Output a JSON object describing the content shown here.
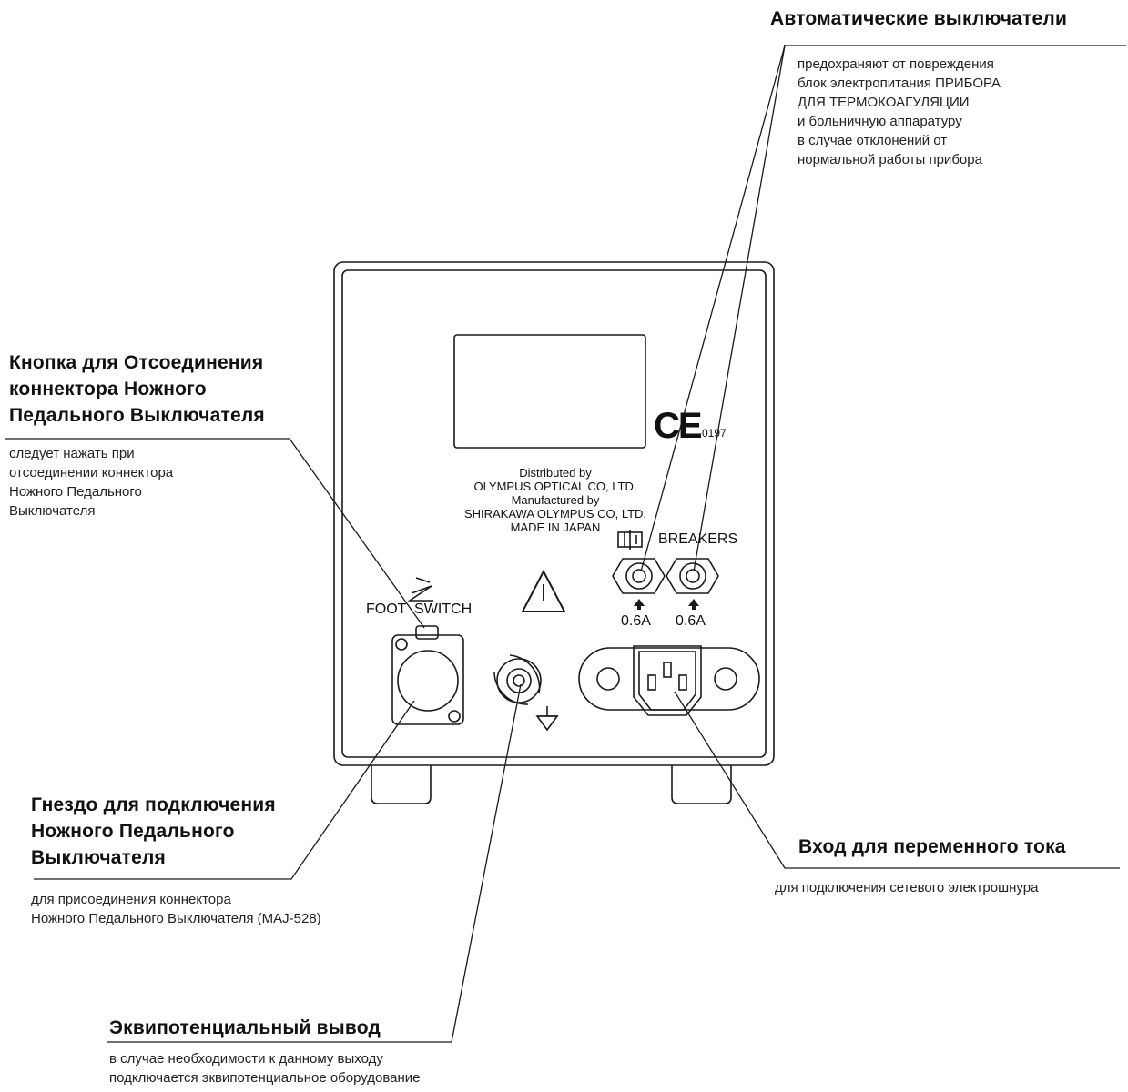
{
  "callouts": {
    "breakers": {
      "title": "Автоматические выключатели",
      "body": [
        "предохраняют от повреждения",
        "блок электропитания ПРИБОРА",
        "ДЛЯ ТЕРМОКОАГУЛЯЦИИ",
        "и больничную аппаратуру",
        "в случае отклонений от",
        "нормальной работы прибора"
      ]
    },
    "release_button": {
      "title": [
        "Кнопка для Отсоединения",
        "коннектора Ножного",
        "Педального Выключателя"
      ],
      "body": [
        "следует нажать при",
        "отсоединении коннектора",
        "Ножного Педального",
        "Выключателя"
      ]
    },
    "foot_switch_socket": {
      "title": [
        "Гнездо для подключения",
        "Ножного Педального",
        "Выключателя"
      ],
      "body": [
        "для присоединения коннектора",
        "Ножного Педального Выключателя (MAJ-528)"
      ]
    },
    "ac_inlet": {
      "title": "Вход для переменного тока",
      "body": [
        "для подключения сетевого электрошнура"
      ]
    },
    "equipotential": {
      "title": "Эквипотенциальный вывод",
      "body": [
        "в случае необходимости к данному выходу",
        "подключается эквипотенциальное оборудование"
      ]
    }
  },
  "panel": {
    "ce_mark": "CE",
    "ce_number": "0197",
    "label_lines": [
      "Distributed by",
      "OLYMPUS OPTICAL CO, LTD.",
      "Manufactured by",
      "SHIRAKAWA OLYMPUS CO, LTD.",
      "MADE IN JAPAN"
    ],
    "breakers_label": "BREAKERS",
    "fuse_left": "0.6A",
    "fuse_right": "0.6A",
    "foot_switch_label": "FOOT  SWITCH"
  },
  "icons": [
    "warning-triangle-icon",
    "ground-symbol-icon",
    "breaker-symbol-icon",
    "foot-pedal-icon",
    "arrow-up-icon"
  ]
}
